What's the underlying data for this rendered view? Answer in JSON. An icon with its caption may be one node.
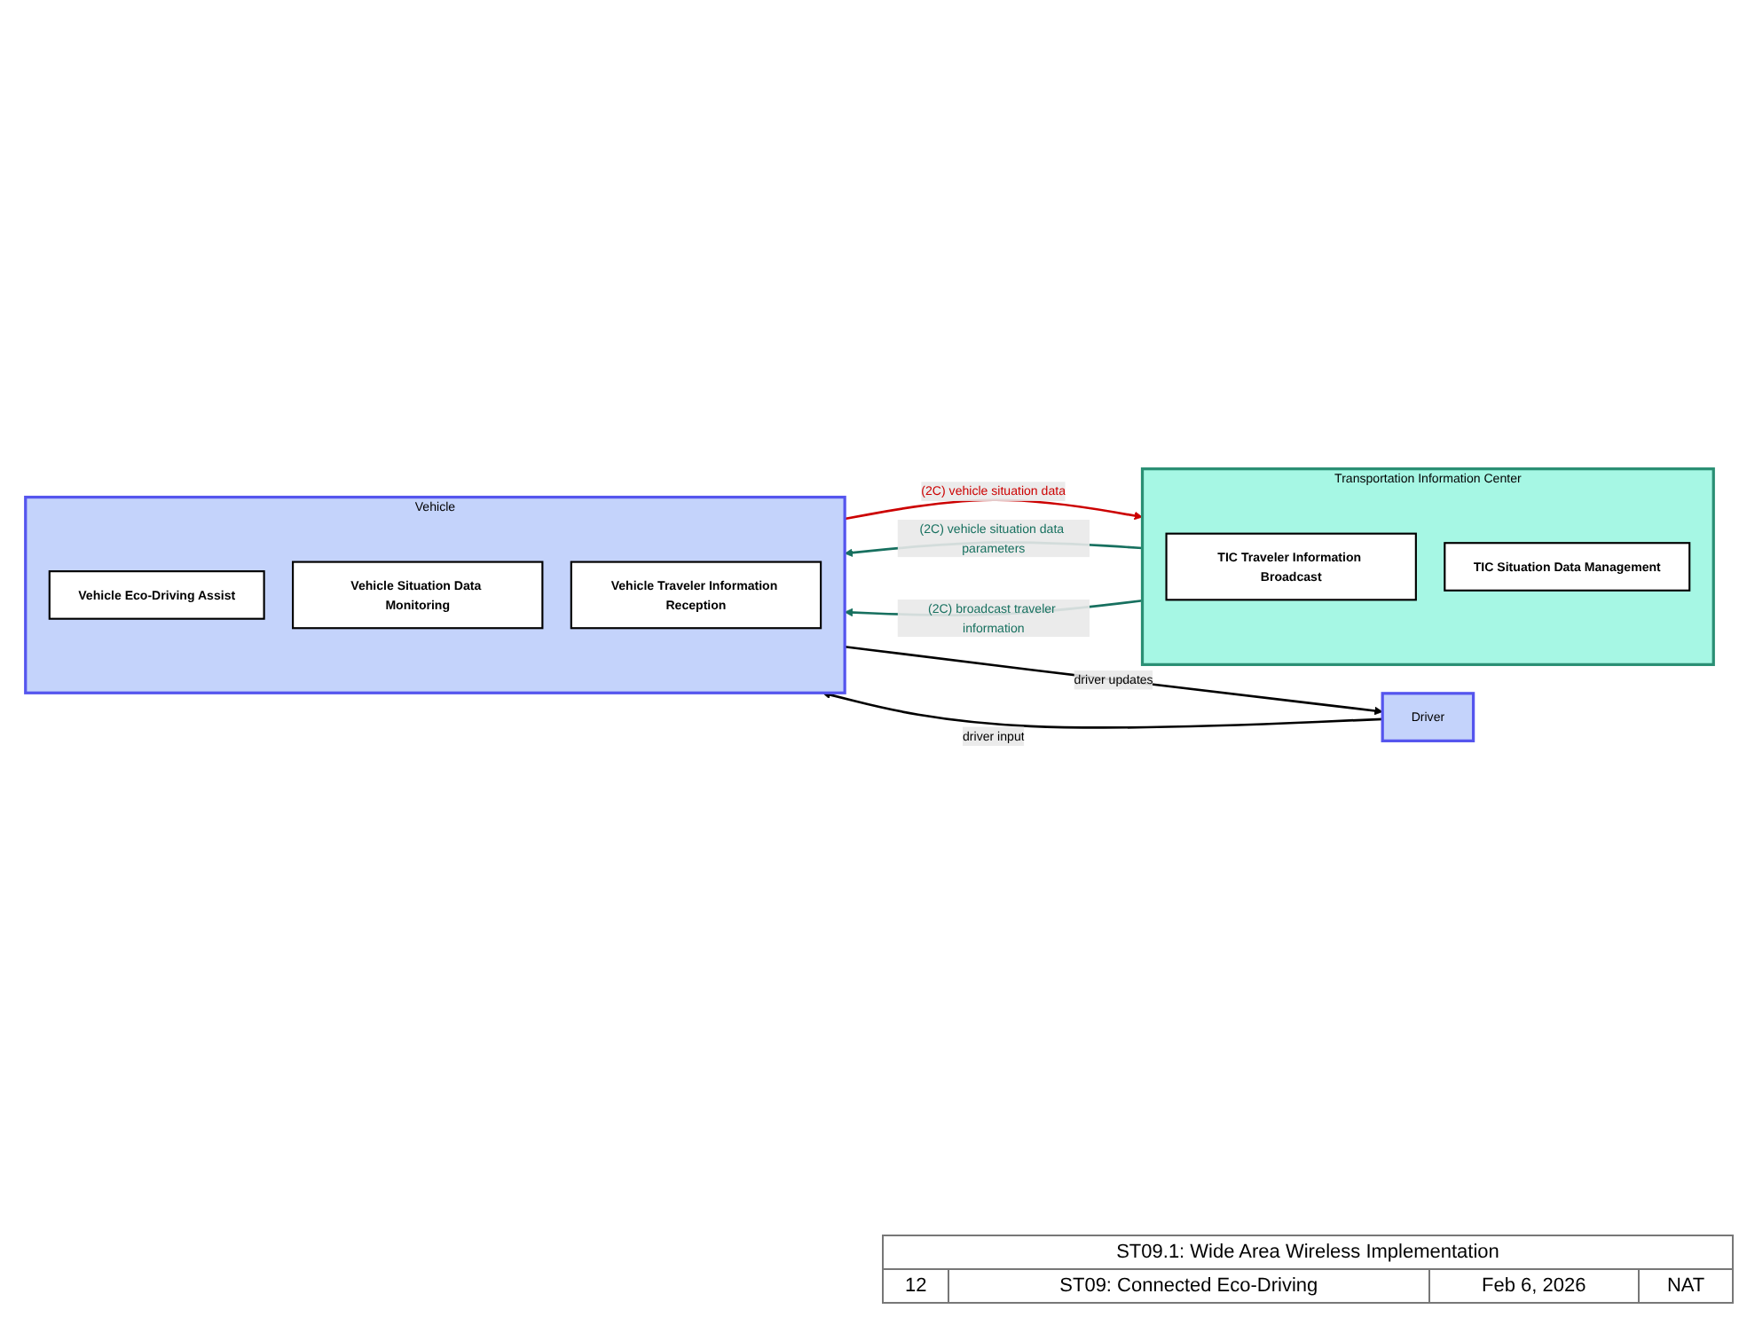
{
  "diagram": {
    "nodes": [
      {
        "text": [
          "Transportation Information Center"
        ]
      },
      {
        "text": [
          "TIC Traveler Information Broadcast"
        ],
        "in": 0
      },
      {
        "text": [
          "TIC Situation Data Management"
        ],
        "in": 0
      },
      {
        "text": [
          "Driver"
        ]
      },
      {
        "text": [
          "Vehicle"
        ]
      },
      {
        "text": [
          "Vehicle Eco-Driving Assist"
        ],
        "in": 4
      },
      {
        "text": [
          "Vehicle Situation Data Monitoring"
        ],
        "in": 4
      },
      {
        "text": [
          "Vehicle Traveler Information Reception"
        ],
        "in": 4
      }
    ],
    "edges": [
      {
        "from": 0,
        "to": 4,
        "arrow": "to",
        "label": "(2C) vehicle situation data parameters",
        "color": "#17705f"
      },
      {
        "from": 4,
        "to": 0,
        "arrow": "to",
        "label": "(2C) vehicle situation data",
        "color": "#cc0000"
      },
      {
        "from": 0,
        "to": 4,
        "arrow": "to",
        "label": "(2C) broadcast traveler information",
        "color": "#17705f"
      },
      {
        "from": 3,
        "to": 4,
        "arrow": "to",
        "label": "driver input",
        "color": "#000000"
      },
      {
        "from": 4,
        "to": 3,
        "arrow": "to",
        "label": "driver updates",
        "color": "#000000"
      }
    ],
    "labels": [
      "ST09.1: Wide Area Wireless Implementation",
      "12",
      "ST09: Connected Eco-Driving",
      "Feb 6, 2026",
      "NAT"
    ]
  }
}
